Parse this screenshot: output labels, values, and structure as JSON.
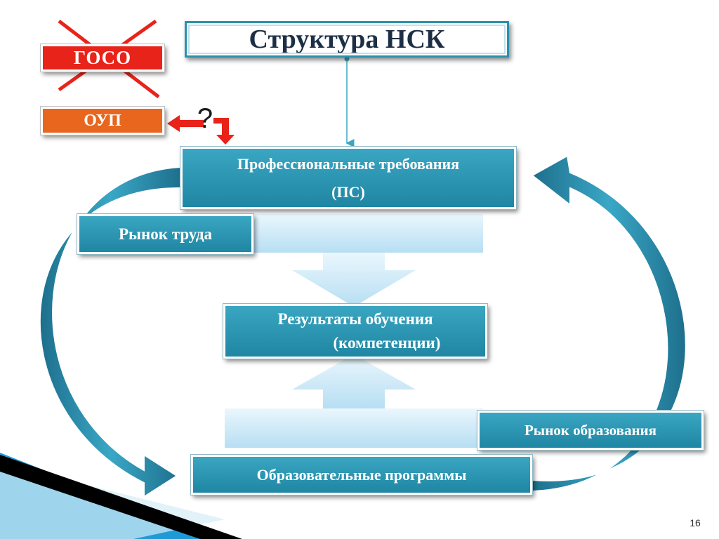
{
  "slide": {
    "title": "Структура НСК",
    "goso": "ГОСО",
    "oup": "ОУП",
    "question": "?",
    "professional_requirements": {
      "line1": "Профессиональные требования",
      "line2": "(ПС)"
    },
    "labor_market": "Рынок труда",
    "learning_results": {
      "line1": "Результаты обучения",
      "line2": "(компетенции)"
    },
    "education_market": "Рынок образования",
    "educational_programs": "Образовательные программы",
    "page_number": "16"
  },
  "colors": {
    "teal": "#2596b5",
    "title_text": "#1c2f45",
    "goso_red": "#e8231a",
    "oup_orange": "#e8661e",
    "cross_red": "#e8231a",
    "arrow_light": "#cdeaf8",
    "corner_blue": "#1f9ad6",
    "corner_black": "#000000"
  }
}
